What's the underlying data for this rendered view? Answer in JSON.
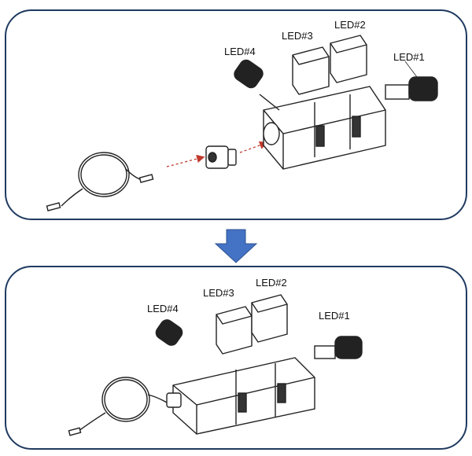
{
  "top_panel": {
    "labels": {
      "led1": "LED#1",
      "led2": "LED#2",
      "led3": "LED#3",
      "led4": "LED#4"
    }
  },
  "bottom_panel": {
    "labels": {
      "led1": "LED#1",
      "led2": "LED#2",
      "led3": "LED#3",
      "led4": "LED#4"
    }
  },
  "colors": {
    "panel_border": "#1f3a5f",
    "arrow_fill": "#4472c4",
    "assembly_dashed_arrow": "#c0392b"
  }
}
